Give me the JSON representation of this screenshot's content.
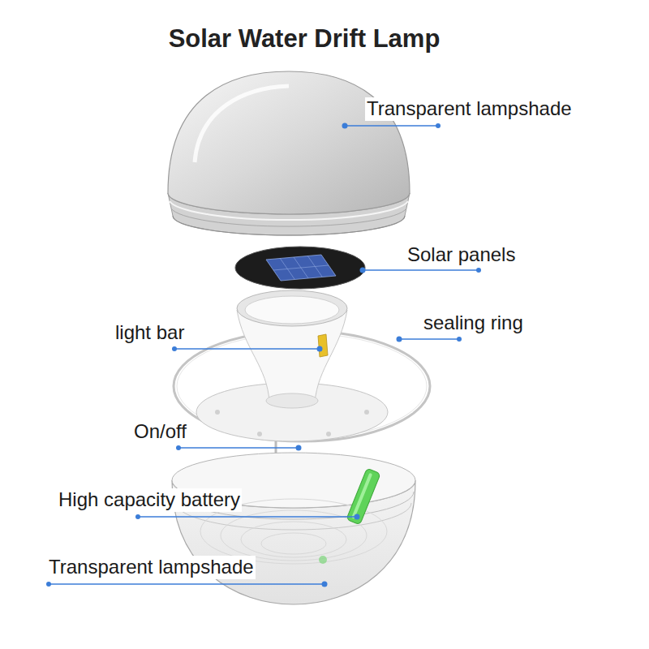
{
  "diagram": {
    "title": "Solar Water Drift Lamp",
    "labels": [
      "Transparent lampshade",
      "Solar panels",
      "sealing ring",
      "light bar",
      "On/off",
      "High capacity battery",
      "Transparent lampshade"
    ]
  }
}
